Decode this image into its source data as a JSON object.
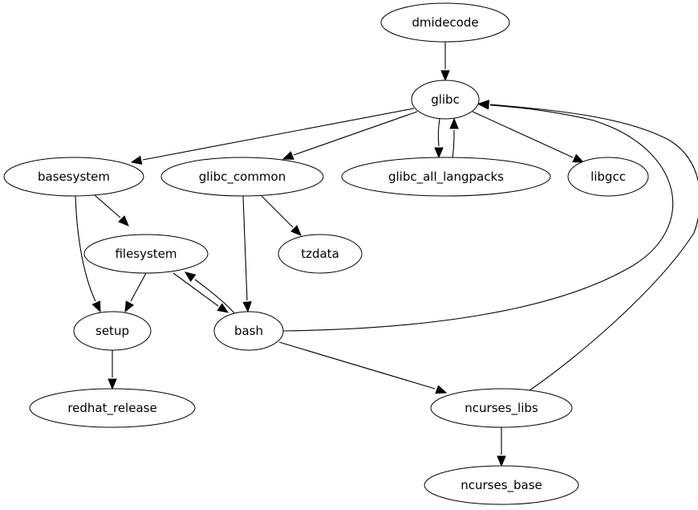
{
  "graph": {
    "type": "directed-graph",
    "nodes": [
      {
        "id": "dmidecode",
        "label": "dmidecode"
      },
      {
        "id": "glibc",
        "label": "glibc"
      },
      {
        "id": "basesystem",
        "label": "basesystem"
      },
      {
        "id": "glibc_common",
        "label": "glibc_common"
      },
      {
        "id": "glibc_all_langpacks",
        "label": "glibc_all_langpacks"
      },
      {
        "id": "libgcc",
        "label": "libgcc"
      },
      {
        "id": "filesystem",
        "label": "filesystem"
      },
      {
        "id": "tzdata",
        "label": "tzdata"
      },
      {
        "id": "setup",
        "label": "setup"
      },
      {
        "id": "bash",
        "label": "bash"
      },
      {
        "id": "redhat_release",
        "label": "redhat_release"
      },
      {
        "id": "ncurses_libs",
        "label": "ncurses_libs"
      },
      {
        "id": "ncurses_base",
        "label": "ncurses_base"
      }
    ],
    "edges": [
      {
        "from": "dmidecode",
        "to": "glibc"
      },
      {
        "from": "glibc",
        "to": "basesystem"
      },
      {
        "from": "glibc",
        "to": "glibc_common"
      },
      {
        "from": "glibc",
        "to": "glibc_all_langpacks"
      },
      {
        "from": "glibc_all_langpacks",
        "to": "glibc"
      },
      {
        "from": "glibc",
        "to": "libgcc"
      },
      {
        "from": "basesystem",
        "to": "filesystem"
      },
      {
        "from": "basesystem",
        "to": "setup"
      },
      {
        "from": "glibc_common",
        "to": "tzdata"
      },
      {
        "from": "glibc_common",
        "to": "bash"
      },
      {
        "from": "filesystem",
        "to": "setup"
      },
      {
        "from": "filesystem",
        "to": "bash"
      },
      {
        "from": "bash",
        "to": "filesystem"
      },
      {
        "from": "bash",
        "to": "glibc"
      },
      {
        "from": "bash",
        "to": "ncurses_libs"
      },
      {
        "from": "ncurses_libs",
        "to": "glibc"
      },
      {
        "from": "setup",
        "to": "redhat_release"
      },
      {
        "from": "ncurses_libs",
        "to": "ncurses_base"
      }
    ]
  }
}
